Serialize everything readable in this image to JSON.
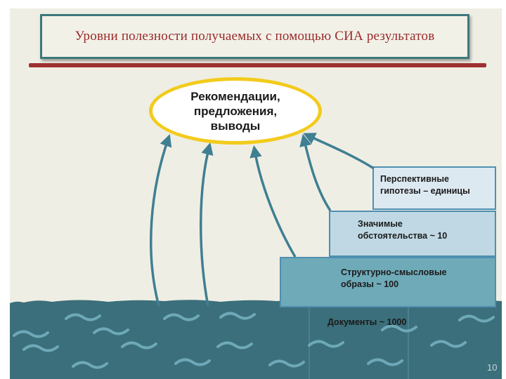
{
  "title": "Уровни полезности получаемых с помощью СИА результатов",
  "top_node": "Рекомендации,\nпредложения,\nвыводы",
  "levels": [
    {
      "label": "Перспективные\nгипотезы – единицы"
    },
    {
      "label": "Значимые\nобстоятельства ~ 10"
    },
    {
      "label": "Структурно-смысловые\nобразы ~ 100"
    },
    {
      "label": "Документы ~ 1000"
    }
  ],
  "page_number": "10",
  "colors": {
    "title_text": "#9a2a2a",
    "frame": "#3d7a7c",
    "rule": "#9e3131",
    "ellipse_border": "#f2cb1c",
    "arrow": "#3f7f92",
    "water": "#3b6f7b",
    "wave": "#6ea9b8"
  }
}
